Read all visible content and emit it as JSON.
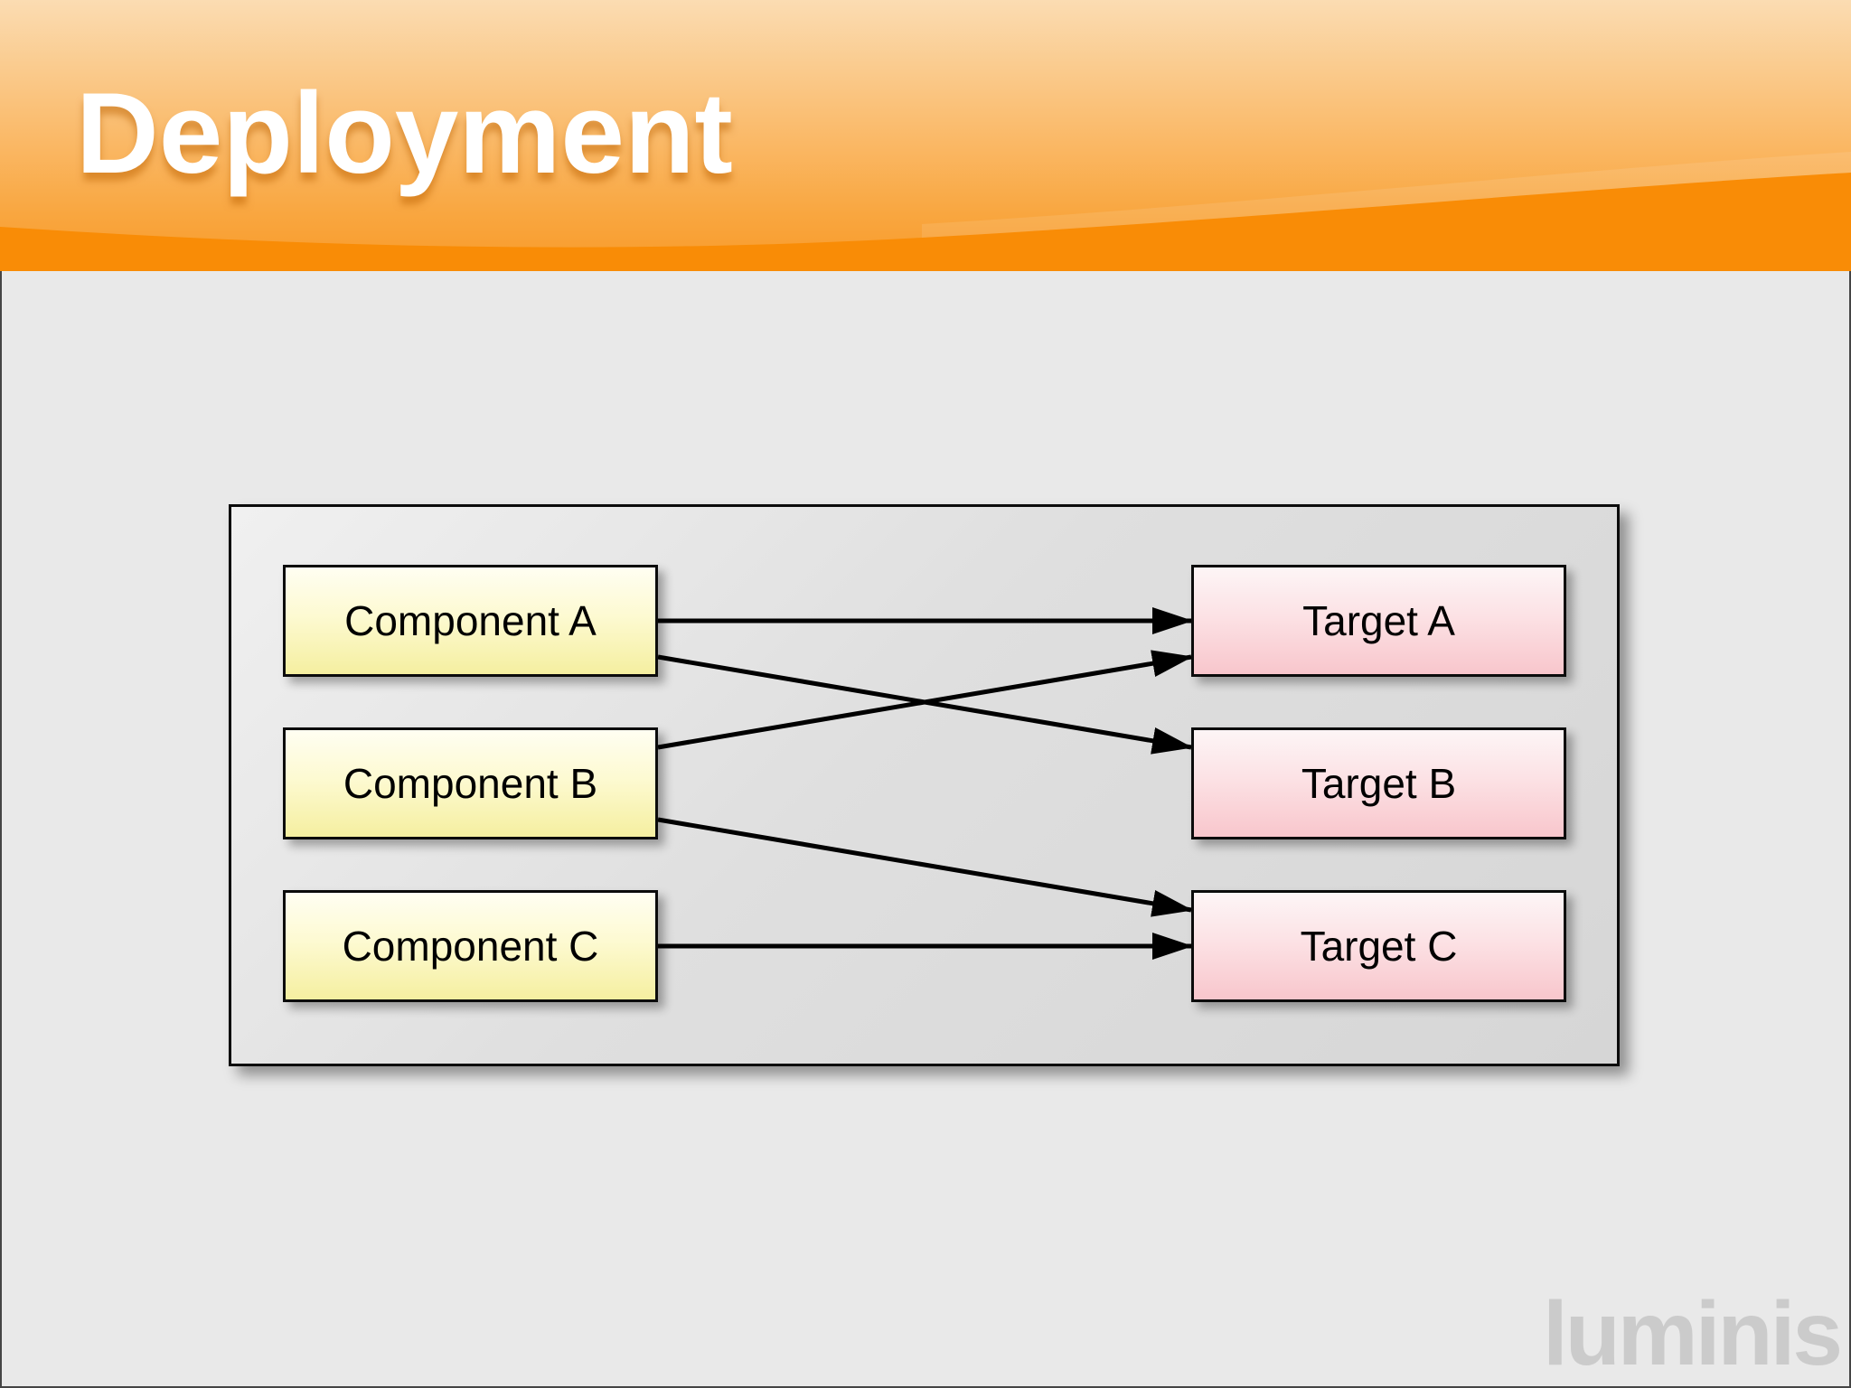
{
  "header": {
    "title": "Deployment"
  },
  "watermark": {
    "text": "luminis"
  },
  "diagram": {
    "components": [
      {
        "id": "component-a",
        "label": "Component A"
      },
      {
        "id": "component-b",
        "label": "Component B"
      },
      {
        "id": "component-c",
        "label": "Component C"
      }
    ],
    "targets": [
      {
        "id": "target-a",
        "label": "Target A"
      },
      {
        "id": "target-b",
        "label": "Target B"
      },
      {
        "id": "target-c",
        "label": "Target C"
      }
    ],
    "connections": [
      {
        "from": "component-a",
        "to": "target-a"
      },
      {
        "from": "component-a",
        "to": "target-b"
      },
      {
        "from": "component-b",
        "to": "target-a"
      },
      {
        "from": "component-b",
        "to": "target-c"
      },
      {
        "from": "component-c",
        "to": "target-c"
      }
    ]
  },
  "colors": {
    "body_bg": "#e9e9e9",
    "header_top": "#fbdcb2",
    "header_mid": "#f9a741",
    "header_mid2": "#f99a28",
    "wave_color": "#f98c06",
    "title_color": "#ffffff",
    "line_color": "#0b0b0b",
    "arrow_color": "#000000",
    "component_top": "#fffef2",
    "component_bottom": "#f5efa0",
    "target_top": "#fdf5f6",
    "target_bottom": "#f8c6cc",
    "watermark_color": "#cbcbcb"
  }
}
